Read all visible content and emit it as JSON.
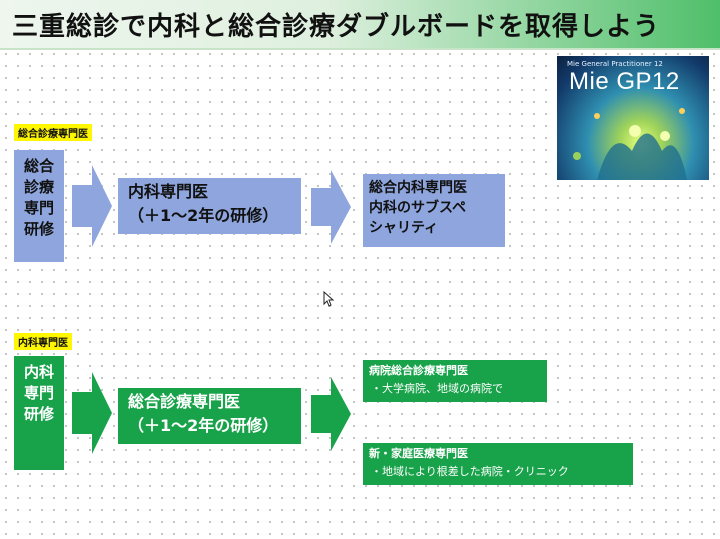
{
  "slide": {
    "title": "三重総診で内科と総合診療ダブルボードを取得しよう",
    "logo": {
      "subtitle": "Mie General Practitioner 12",
      "text": "Mie GP12"
    },
    "colors": {
      "blue": "#8ea6dd",
      "green": "#18a24a",
      "label": "#fff700"
    },
    "section1": {
      "label": "総合診療専門医",
      "step1": "総合\n診療\n専門\n研修",
      "step2": "内科専門医\n（＋1～2年の研修）",
      "step3": "総合内科専門医\n内科のサブスペ\nシャリティ"
    },
    "section2": {
      "label": "内科専門医",
      "step1": "内科\n専門\n研修",
      "step2": "総合診療専門医\n（＋1～2年の研修）",
      "out1": {
        "title": "病院総合診療専門医",
        "desc": "・大学病院、地域の病院で"
      },
      "out2": {
        "title": "新・家庭医療専門医",
        "desc": "・地域により根差した病院・クリニック"
      }
    }
  }
}
